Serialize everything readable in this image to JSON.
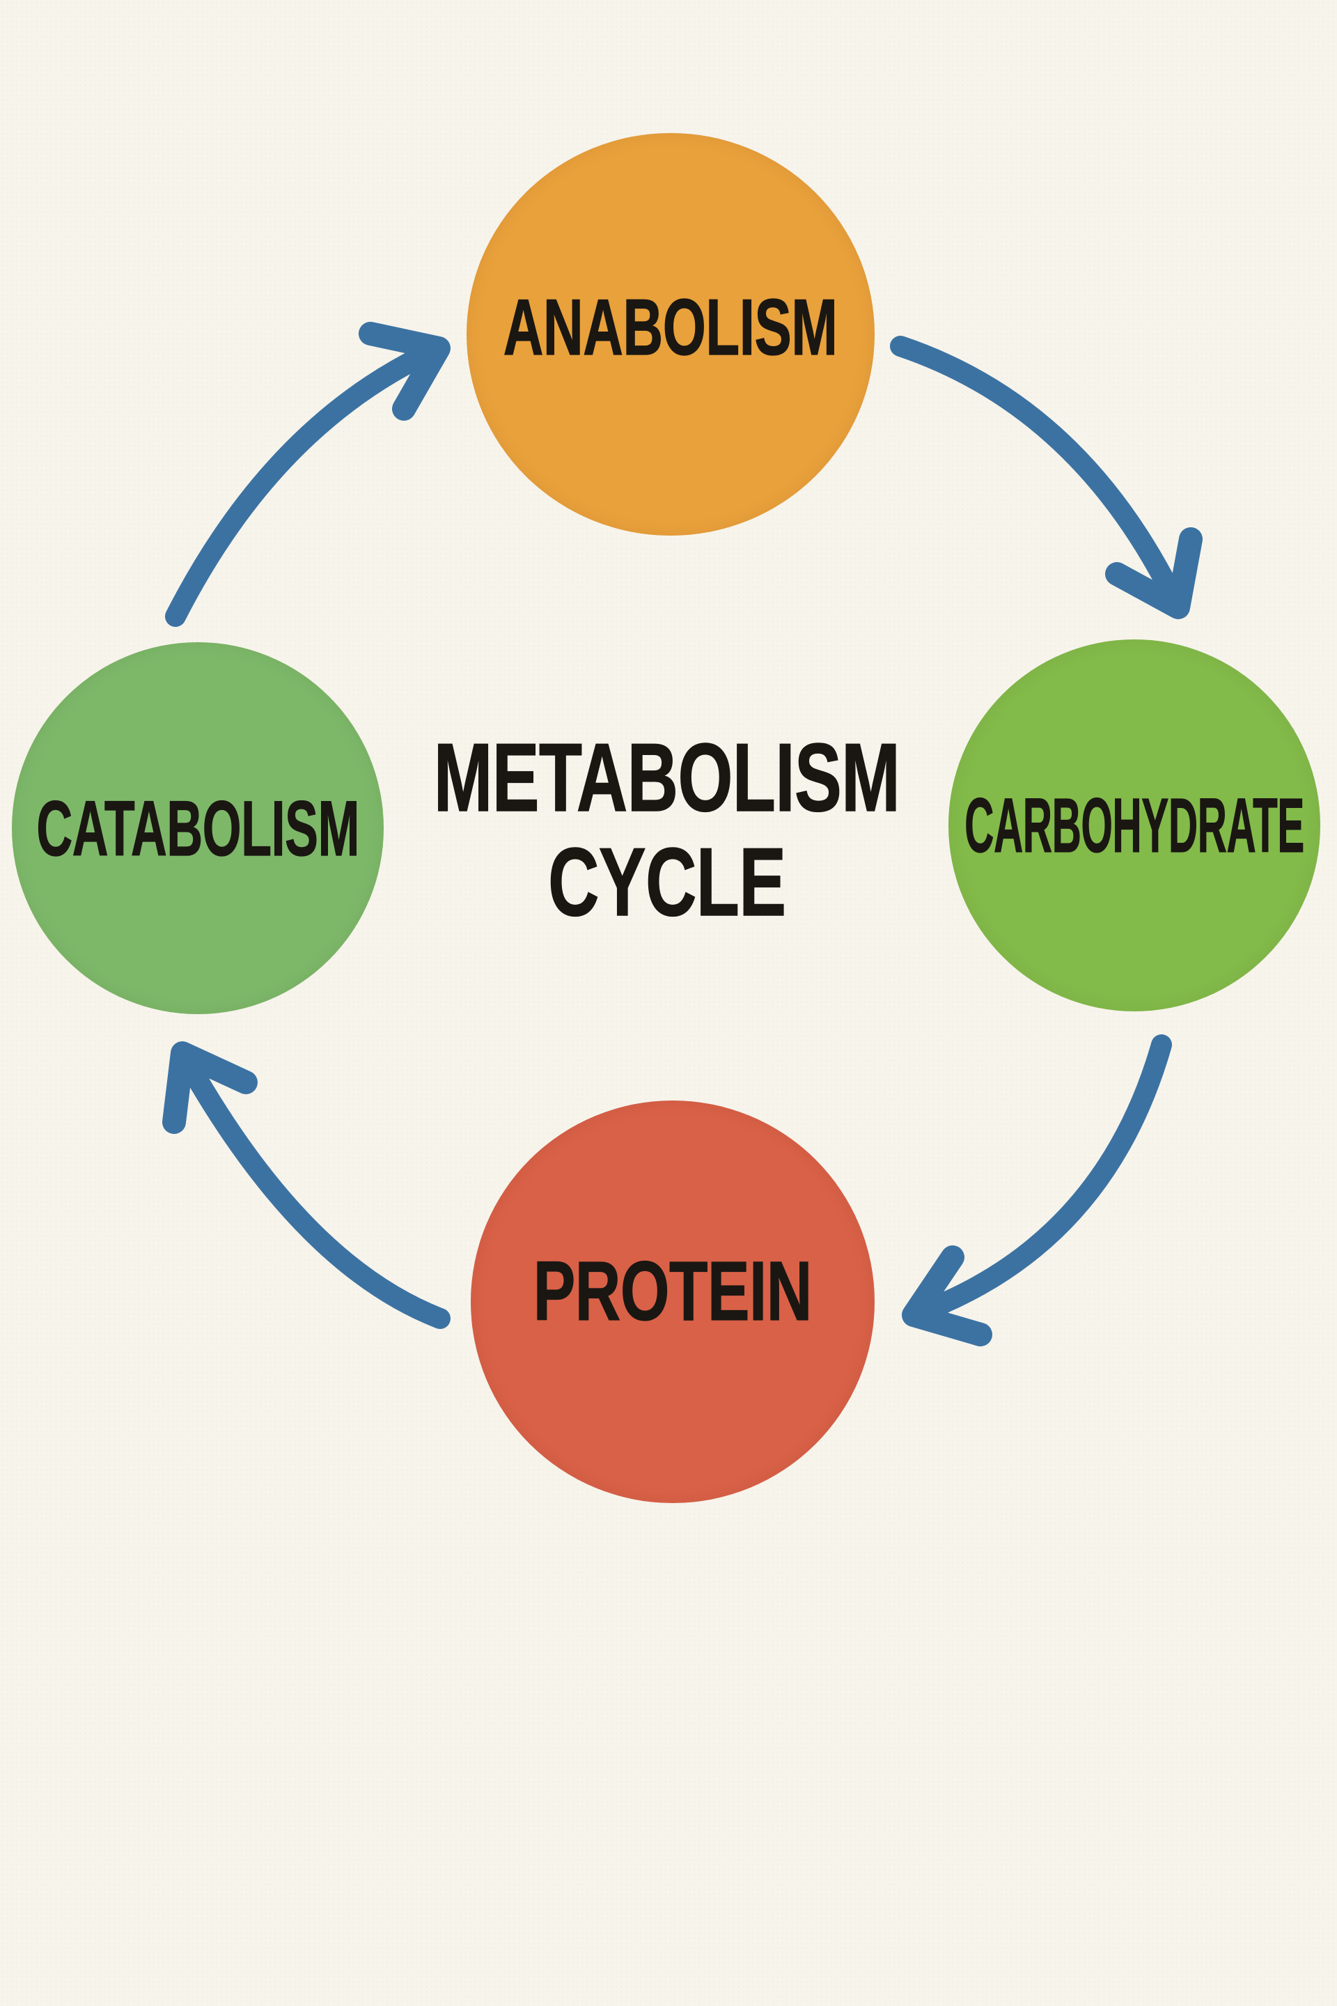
{
  "background_color": "#F7F4EC",
  "text_color": "#1A1713",
  "title": {
    "line1": "METABOLISM",
    "line2": "CYCLE"
  },
  "nodes": [
    {
      "id": "anabolism",
      "label": "ANABOLISM",
      "color": "#E9A13B",
      "position": "top"
    },
    {
      "id": "carbohydrate",
      "label": "CARBOHYDRATE",
      "color": "#83BB4A",
      "position": "right"
    },
    {
      "id": "protein",
      "label": "PROTEIN",
      "color": "#D96147",
      "position": "bottom"
    },
    {
      "id": "catabolism",
      "label": "CATABOLISM",
      "color": "#7DB869",
      "position": "left"
    }
  ],
  "arrows": {
    "color": "#3B72A2",
    "style": "curved",
    "direction": "clockwise",
    "links": [
      {
        "from": "anabolism",
        "to": "carbohydrate"
      },
      {
        "from": "carbohydrate",
        "to": "protein"
      },
      {
        "from": "protein",
        "to": "catabolism"
      },
      {
        "from": "catabolism",
        "to": "anabolism"
      }
    ]
  }
}
